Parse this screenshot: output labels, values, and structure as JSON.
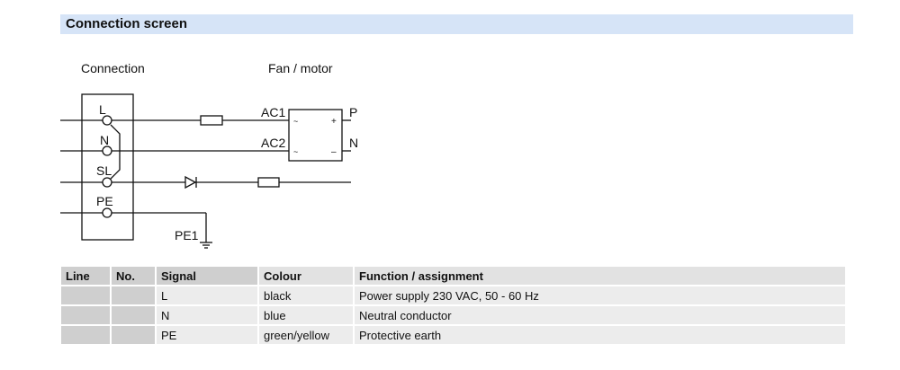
{
  "title": "Connection screen",
  "diagram": {
    "connection_label": "Connection",
    "fan_label": "Fan / motor",
    "terminals": [
      "L",
      "N",
      "SL",
      "PE"
    ],
    "ac1": "AC1",
    "ac2": "AC2",
    "p": "P",
    "n": "N",
    "pe1": "PE1",
    "tilde": "~",
    "plus": "+",
    "minus": "–"
  },
  "table": {
    "headers": [
      "Line",
      "No.",
      "Signal",
      "Colour",
      "Function / assignment"
    ],
    "rows": [
      [
        "",
        "",
        "L",
        "black",
        "Power supply 230 VAC, 50 - 60 Hz"
      ],
      [
        "",
        "",
        "N",
        "blue",
        "Neutral conductor"
      ],
      [
        "",
        "",
        "PE",
        "green/yellow",
        "Protective earth"
      ]
    ]
  }
}
